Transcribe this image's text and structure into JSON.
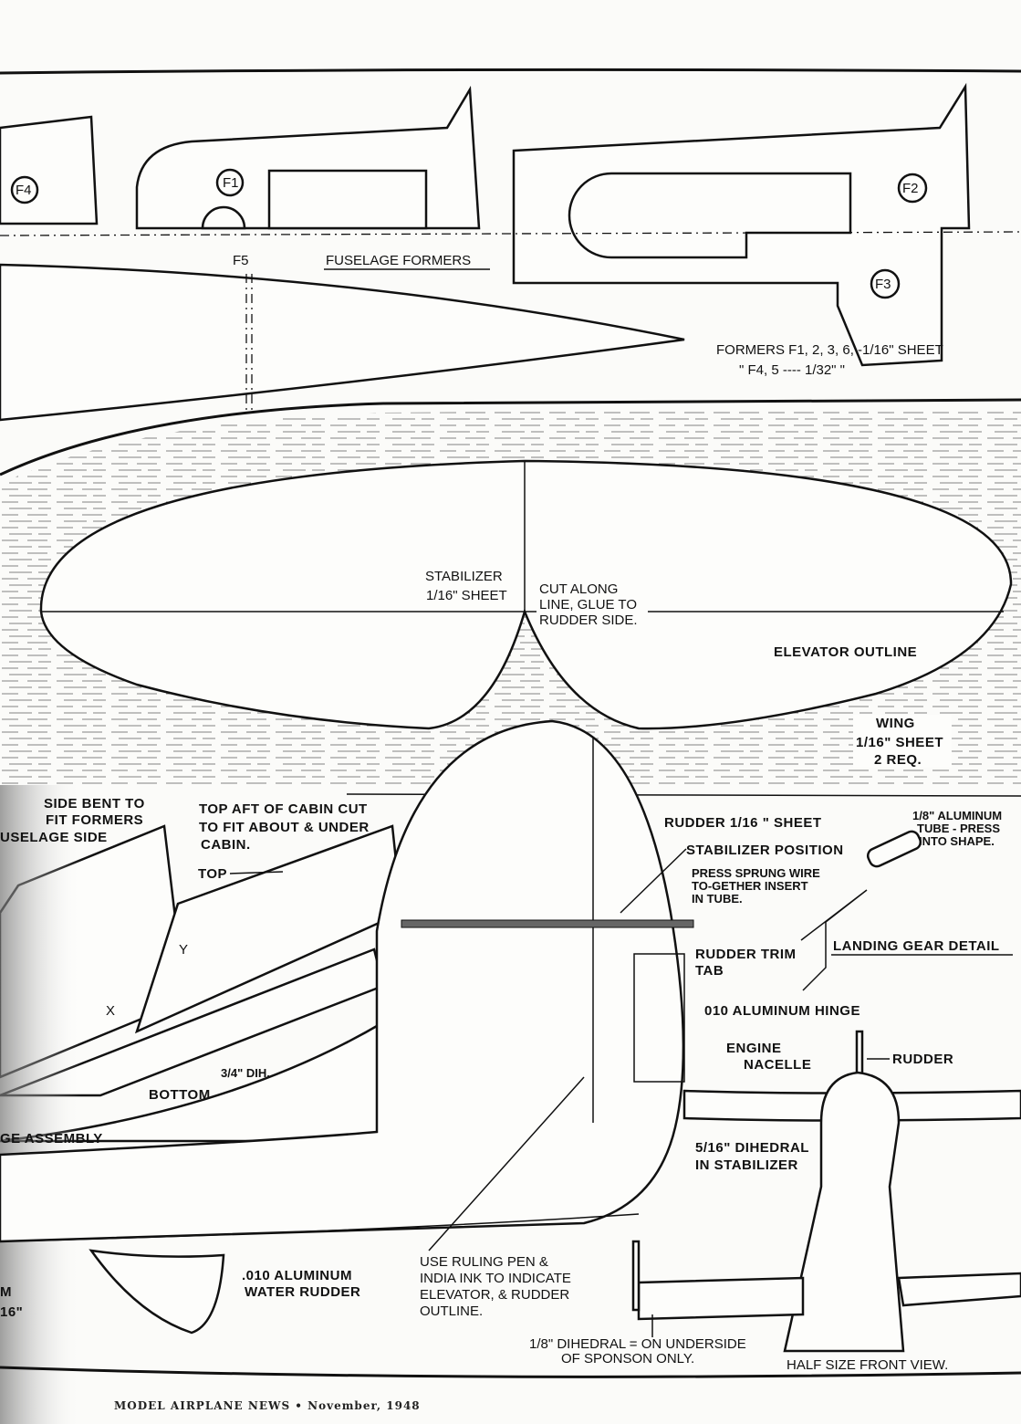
{
  "formers": {
    "labels": [
      "F1",
      "F2",
      "F3",
      "F4",
      "F5"
    ],
    "title": "FUSELAGE FORMERS",
    "spec_lines": [
      "FORMERS F1, 2, 3, 6, -1/16\" SHEET",
      "\"   F4, 5 ---- 1/32\"   \""
    ]
  },
  "stabilizer": {
    "label_lines": [
      "STABILIZER",
      "1/16\" SHEET"
    ],
    "cut_lines": [
      "CUT ALONG",
      "LINE, GLUE TO",
      "RUDDER SIDE."
    ],
    "elevator_outline": "ELEVATOR OUTLINE"
  },
  "wing": {
    "label_lines": [
      "WING",
      "1/16\" SHEET",
      "2 REQ."
    ]
  },
  "assembly": {
    "side_bent_lines": [
      "SIDE BENT TO",
      "FIT FORMERS"
    ],
    "fuselage_side": "USELAGE SIDE",
    "top_aft_lines": [
      "TOP AFT OF CABIN CUT",
      "TO FIT ABOUT & UNDER",
      "CABIN."
    ],
    "top": "TOP",
    "x_mark": "X",
    "y_mark": "Y",
    "dihedral": "3/4\" DIH.",
    "bottom": "BOTTOM",
    "title": "GE ASSEMBLY",
    "edge_m": "M",
    "edge_16": "16\""
  },
  "rudder": {
    "sheet": "RUDDER 1/16 \" SHEET",
    "stab_position": "STABILIZER POSITION",
    "trim_tab_lines": [
      "RUDDER TRIM",
      "TAB"
    ],
    "hinge": "010 ALUMINUM HINGE",
    "stab_dihedral_lines": [
      "5/16\" DIHEDRAL",
      "IN STABILIZER"
    ],
    "ruling_pen_lines": [
      "USE RULING PEN &",
      "INDIA INK TO INDICATE",
      "ELEVATOR, & RUDDER",
      "OUTLINE."
    ],
    "water_rudder_lines": [
      ".010 ALUMINUM",
      "WATER RUDDER"
    ]
  },
  "landing_gear": {
    "tube_lines": [
      "1/8\" ALUMINUM",
      "TUBE - PRESS",
      "INTO SHAPE."
    ],
    "wire_lines": [
      "PRESS SPRUNG WIRE",
      "TO-GETHER INSERT",
      "IN TUBE."
    ],
    "title": "LANDING GEAR DETAIL"
  },
  "front_view": {
    "engine_lines": [
      "ENGINE",
      "NACELLE"
    ],
    "rudder": "RUDDER",
    "sponson_lines": [
      "1/8\" DIHEDRAL = ON UNDERSIDE",
      "OF SPONSON ONLY."
    ],
    "title": "HALF SIZE FRONT VIEW."
  },
  "footer": "MODEL AIRPLANE NEWS  •  November, 1948"
}
